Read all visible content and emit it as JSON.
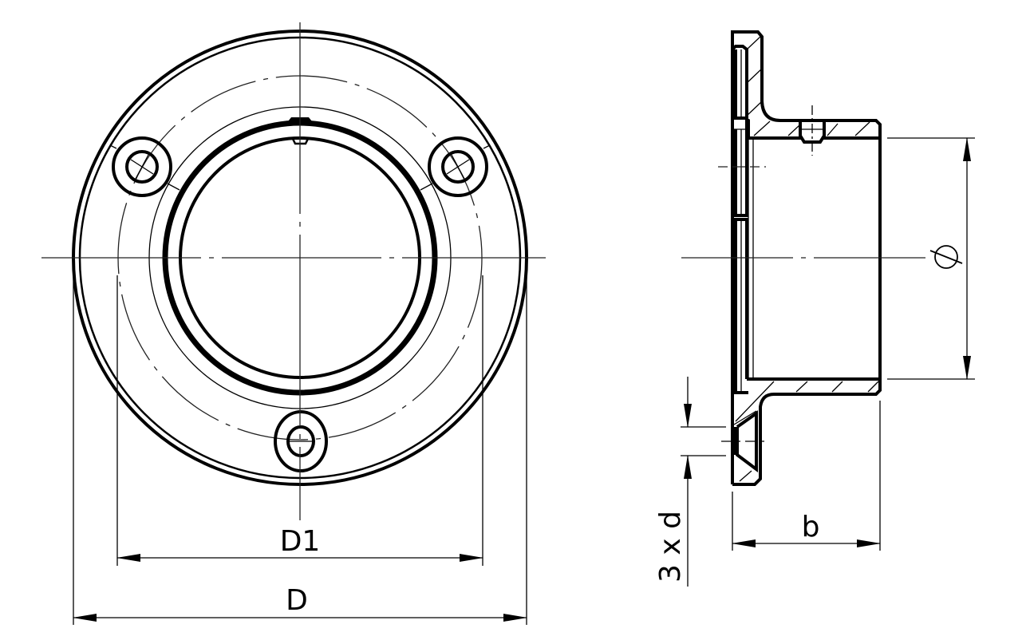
{
  "drawing": {
    "title": "Wall flange with set screw - technical drawing",
    "views": {
      "front": {
        "name": "front-view",
        "bolt_holes": 3
      },
      "side": {
        "name": "side-section-view"
      }
    },
    "dimensions": {
      "outer_diameter_label": "D",
      "bolt_circle_label": "D1",
      "bore_diameter_symbol": "⌀",
      "depth_label": "b",
      "holes_label": "3 x d"
    },
    "colors": {
      "line": "#000000",
      "background": "#ffffff"
    }
  }
}
